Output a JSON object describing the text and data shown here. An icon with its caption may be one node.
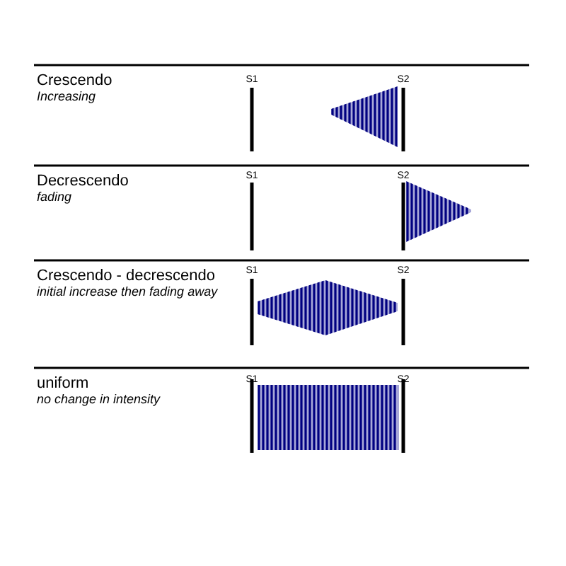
{
  "diagram": {
    "labels": [
      "Crescendo",
      "Increasing",
      "S1",
      "S2",
      "Decrescendo",
      "fading",
      "S1",
      "S2",
      "Crescendo - decrescendo",
      "initial increase then fading away",
      "S1",
      "S2",
      "uniform",
      "no change in intensity",
      "S1",
      "S2"
    ]
  }
}
